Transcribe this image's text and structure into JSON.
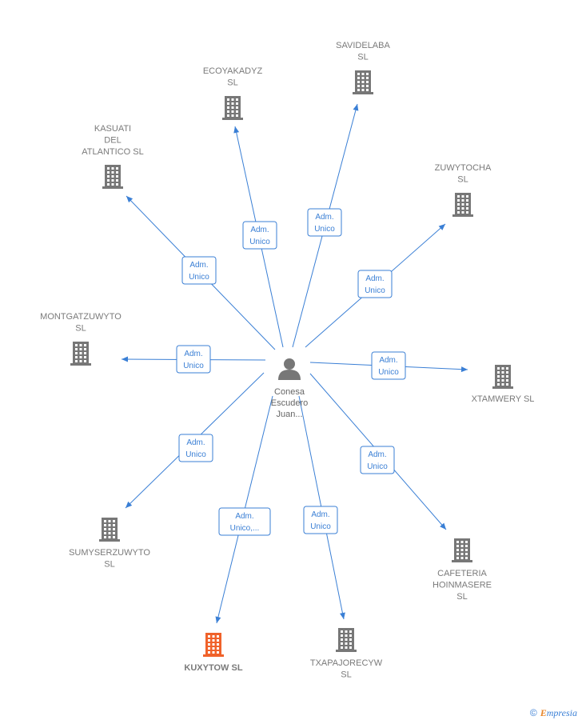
{
  "center": {
    "name_lines": [
      "Conesa",
      "Escudero",
      "Juan..."
    ],
    "icon": "person-icon"
  },
  "companies": [
    {
      "key": "savidelaba",
      "lines": [
        "SAVIDELABA",
        "SL"
      ],
      "role_lines": [
        "Adm.",
        "Unico"
      ],
      "highlight": false
    },
    {
      "key": "ecoyakadyz",
      "lines": [
        "ECOYAKADYZ",
        "SL"
      ],
      "role_lines": [
        "Adm.",
        "Unico"
      ],
      "highlight": false
    },
    {
      "key": "kasuati",
      "lines": [
        "KASUATI",
        "DEL",
        "ATLANTICO  SL"
      ],
      "role_lines": [
        "Adm.",
        "Unico"
      ],
      "highlight": false
    },
    {
      "key": "zuwytocha",
      "lines": [
        "ZUWYTOCHA",
        "SL"
      ],
      "role_lines": [
        "Adm.",
        "Unico"
      ],
      "highlight": false
    },
    {
      "key": "montgatzuwyto",
      "lines": [
        "MONTGATZUWYTO",
        "SL"
      ],
      "role_lines": [
        "Adm.",
        "Unico"
      ],
      "highlight": false
    },
    {
      "key": "xtamwery",
      "lines": [
        "XTAMWERY  SL"
      ],
      "role_lines": [
        "Adm.",
        "Unico"
      ],
      "highlight": false
    },
    {
      "key": "sumyserzuwyto",
      "lines": [
        "SUMYSERZUWYTO",
        "SL"
      ],
      "role_lines": [
        "Adm.",
        "Unico"
      ],
      "highlight": false
    },
    {
      "key": "cafeteria",
      "lines": [
        "CAFETERIA",
        "HOINMASERE",
        "SL"
      ],
      "role_lines": [
        "Adm.",
        "Unico"
      ],
      "highlight": false
    },
    {
      "key": "kuxytow",
      "lines": [
        "KUXYTOW  SL"
      ],
      "role_lines": [
        "Adm.",
        "Unico,..."
      ],
      "highlight": true
    },
    {
      "key": "txapajorecyw",
      "lines": [
        "TXAPAJORECYW",
        "SL"
      ],
      "role_lines": [
        "Adm.",
        "Unico"
      ],
      "highlight": false
    }
  ],
  "colors": {
    "edge": "#3a7fd5",
    "building": "#777777",
    "highlight_building": "#f0622a"
  },
  "brand": {
    "copyright": "©",
    "e": "E",
    "rest": "mpresia"
  }
}
